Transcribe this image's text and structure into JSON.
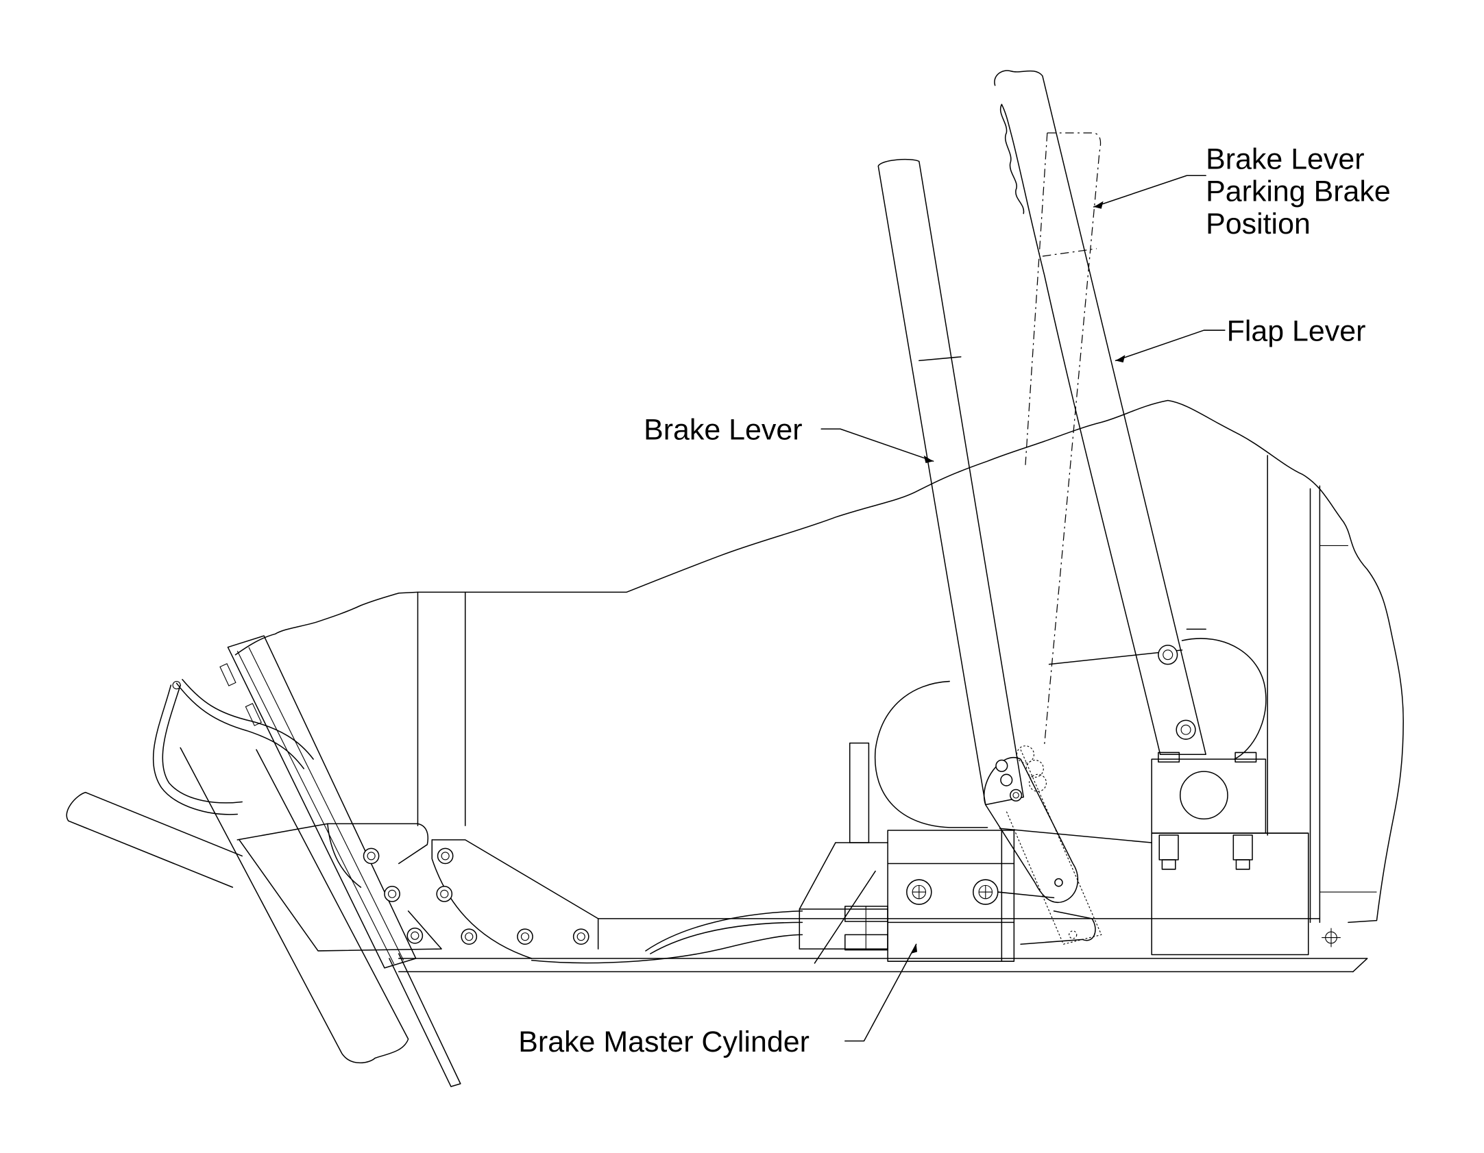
{
  "labels": {
    "brake_lever_parking": [
      "Brake Lever",
      "Parking Brake",
      "Position"
    ],
    "flap_lever": "Flap Lever",
    "brake_lever": "Brake Lever",
    "brake_master_cylinder": "Brake Master Cylinder"
  }
}
